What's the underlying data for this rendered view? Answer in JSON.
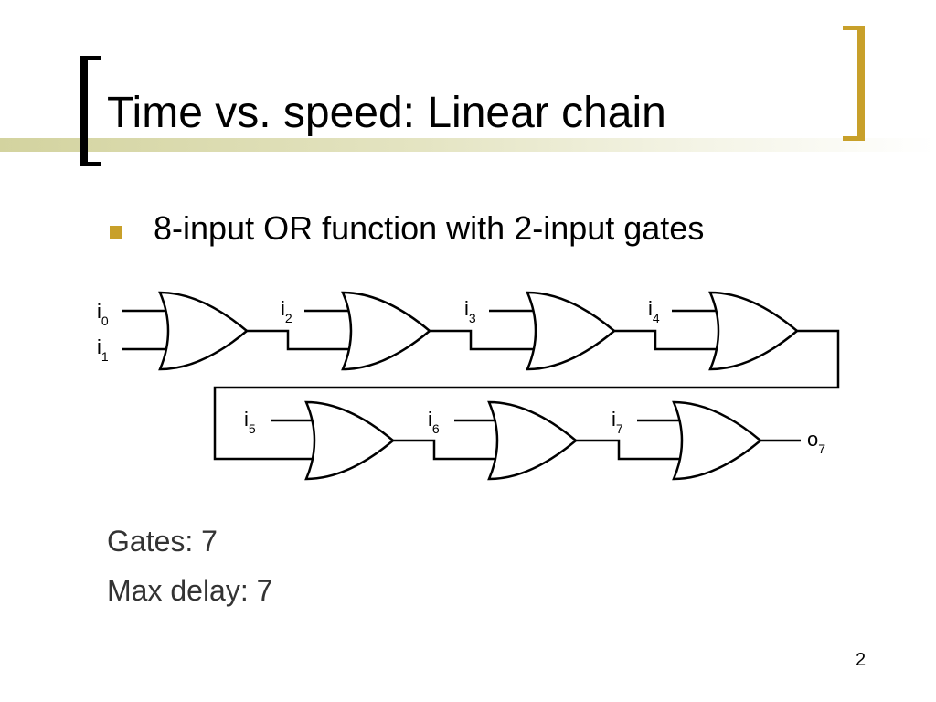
{
  "slide": {
    "title": "Time vs. speed: Linear chain",
    "bullet": "8-input OR function with 2-input gates",
    "stats": {
      "gates": "Gates: 7",
      "max_delay": "Max delay: 7"
    },
    "page_number": "2"
  },
  "diagram": {
    "gate_type": "OR",
    "gate_count": 7,
    "inputs": [
      {
        "base": "i",
        "sub": "0"
      },
      {
        "base": "i",
        "sub": "1"
      },
      {
        "base": "i",
        "sub": "2"
      },
      {
        "base": "i",
        "sub": "3"
      },
      {
        "base": "i",
        "sub": "4"
      },
      {
        "base": "i",
        "sub": "5"
      },
      {
        "base": "i",
        "sub": "6"
      },
      {
        "base": "i",
        "sub": "7"
      }
    ],
    "output": {
      "base": "o",
      "sub": "7"
    }
  },
  "colors": {
    "accent": "#c8a02a",
    "title_bar": "#d3d39f"
  }
}
